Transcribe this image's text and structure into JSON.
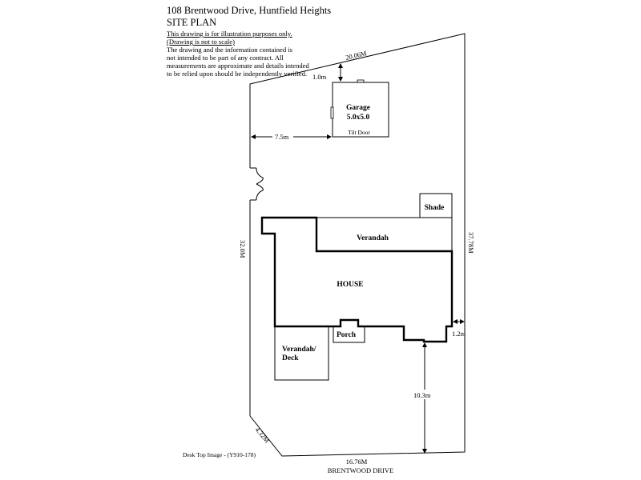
{
  "header": {
    "address": "108 Brentwood Drive,  Huntfield Heights",
    "title": "SITE PLAN"
  },
  "disclaimer": {
    "line1": "This drawing is for illustration purposes only.",
    "line2": "(Drawing is not to scale)",
    "line3": "The drawing and the information contained is",
    "line4": "not intended to be part of any contract.  All",
    "line5": "measurements are approximate and details intended",
    "line6": "to be relied upon should be independently verified."
  },
  "labels": {
    "garage_line1": "Garage",
    "garage_line2": "5.0x5.0",
    "tilt_door": "Tilt Door",
    "shade": "Shade",
    "verandah": "Verandah",
    "house": "HOUSE",
    "porch": "Porch",
    "verandah_deck_line1": "Verandah/",
    "verandah_deck_line2": "Deck",
    "street": "BRENTWOOD DRIVE",
    "image_ref": "Desk Top Image - (Y910-178)"
  },
  "dimensions": {
    "north_boundary": "20.06M",
    "west_boundary": "32.0M",
    "east_boundary": "37.78M",
    "south_boundary": "16.76M",
    "corner_splay": "4.32M",
    "garage_setback_north": "1.0m",
    "garage_setback_west": "7.5m",
    "house_setback_east": "1.2m",
    "house_setback_front": "10.3m"
  }
}
